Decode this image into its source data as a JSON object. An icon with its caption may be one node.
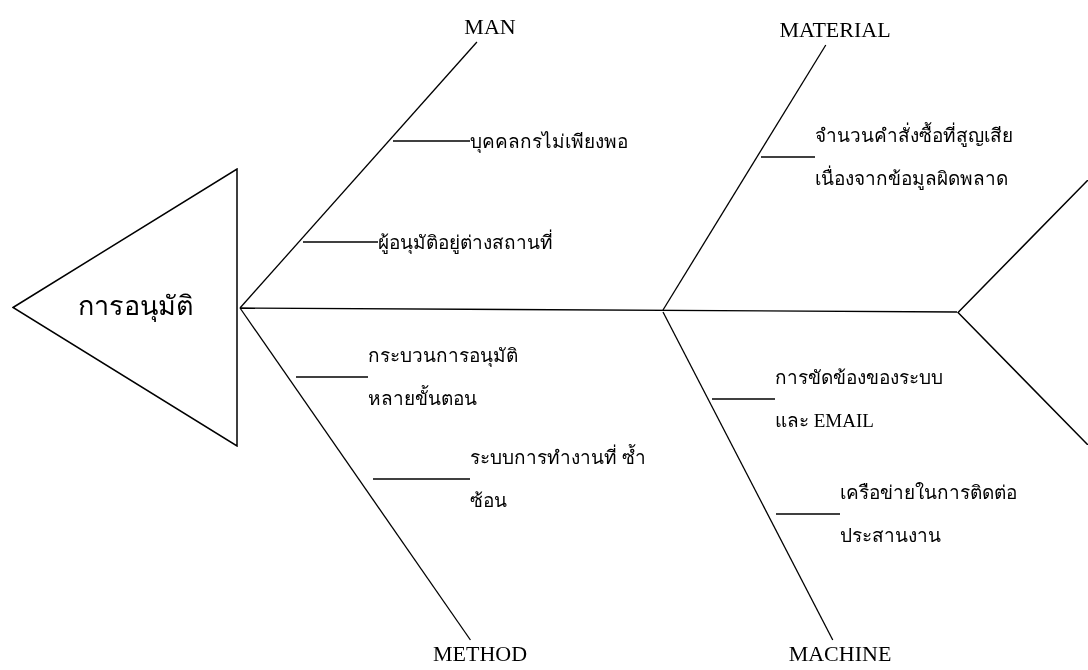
{
  "diagram": {
    "nodes": [
      {
        "text": [
          "การอนุมัติ"
        ]
      },
      {
        "text": [
          "MAN"
        ]
      },
      {
        "text": [
          "บุคคลกรไม่เพียงพอ"
        ]
      },
      {
        "text": [
          "ผู้อนุมัติอยู่ต่างสถานที่"
        ]
      },
      {
        "text": [
          "MATERIAL"
        ]
      },
      {
        "text": [
          "จำนวนคำสั่งซื้อที่สูญเสีย เนื่องจากข้อมูลผิดพลาด"
        ]
      },
      {
        "text": [
          "กระบวนการอนุมัติ หลายขั้นตอน"
        ]
      },
      {
        "text": [
          "ระบบการทำงานที่ ซ้ำซ้อน"
        ]
      },
      {
        "text": [
          "การขัดข้องของระบบ และ EMAIL"
        ]
      },
      {
        "text": [
          "เครือข่ายในการติดต่อ ประสานงาน"
        ]
      },
      {
        "text": [
          "METHOD"
        ]
      },
      {
        "text": [
          "MACHINE"
        ]
      },
      {
        "text": [],
        "shape": "triangle"
      }
    ],
    "edges": [
      {
        "from": 12,
        "to": 0,
        "arrow": "none"
      },
      {
        "from": 1,
        "to": 0,
        "arrow": "none"
      },
      {
        "from": 4,
        "to": null,
        "arrow": "none"
      },
      {
        "from": 10,
        "to": 0,
        "arrow": "none"
      },
      {
        "from": 11,
        "to": null,
        "arrow": "none"
      },
      {
        "from": 2,
        "to": null,
        "arrow": "none"
      },
      {
        "from": 3,
        "to": null,
        "arrow": "none"
      },
      {
        "from": 5,
        "to": null,
        "arrow": "none"
      },
      {
        "from": 6,
        "to": null,
        "arrow": "none"
      },
      {
        "from": 7,
        "to": null,
        "arrow": "none"
      },
      {
        "from": 8,
        "to": null,
        "arrow": "none"
      },
      {
        "from": 9,
        "to": null,
        "arrow": "none"
      }
    ]
  }
}
